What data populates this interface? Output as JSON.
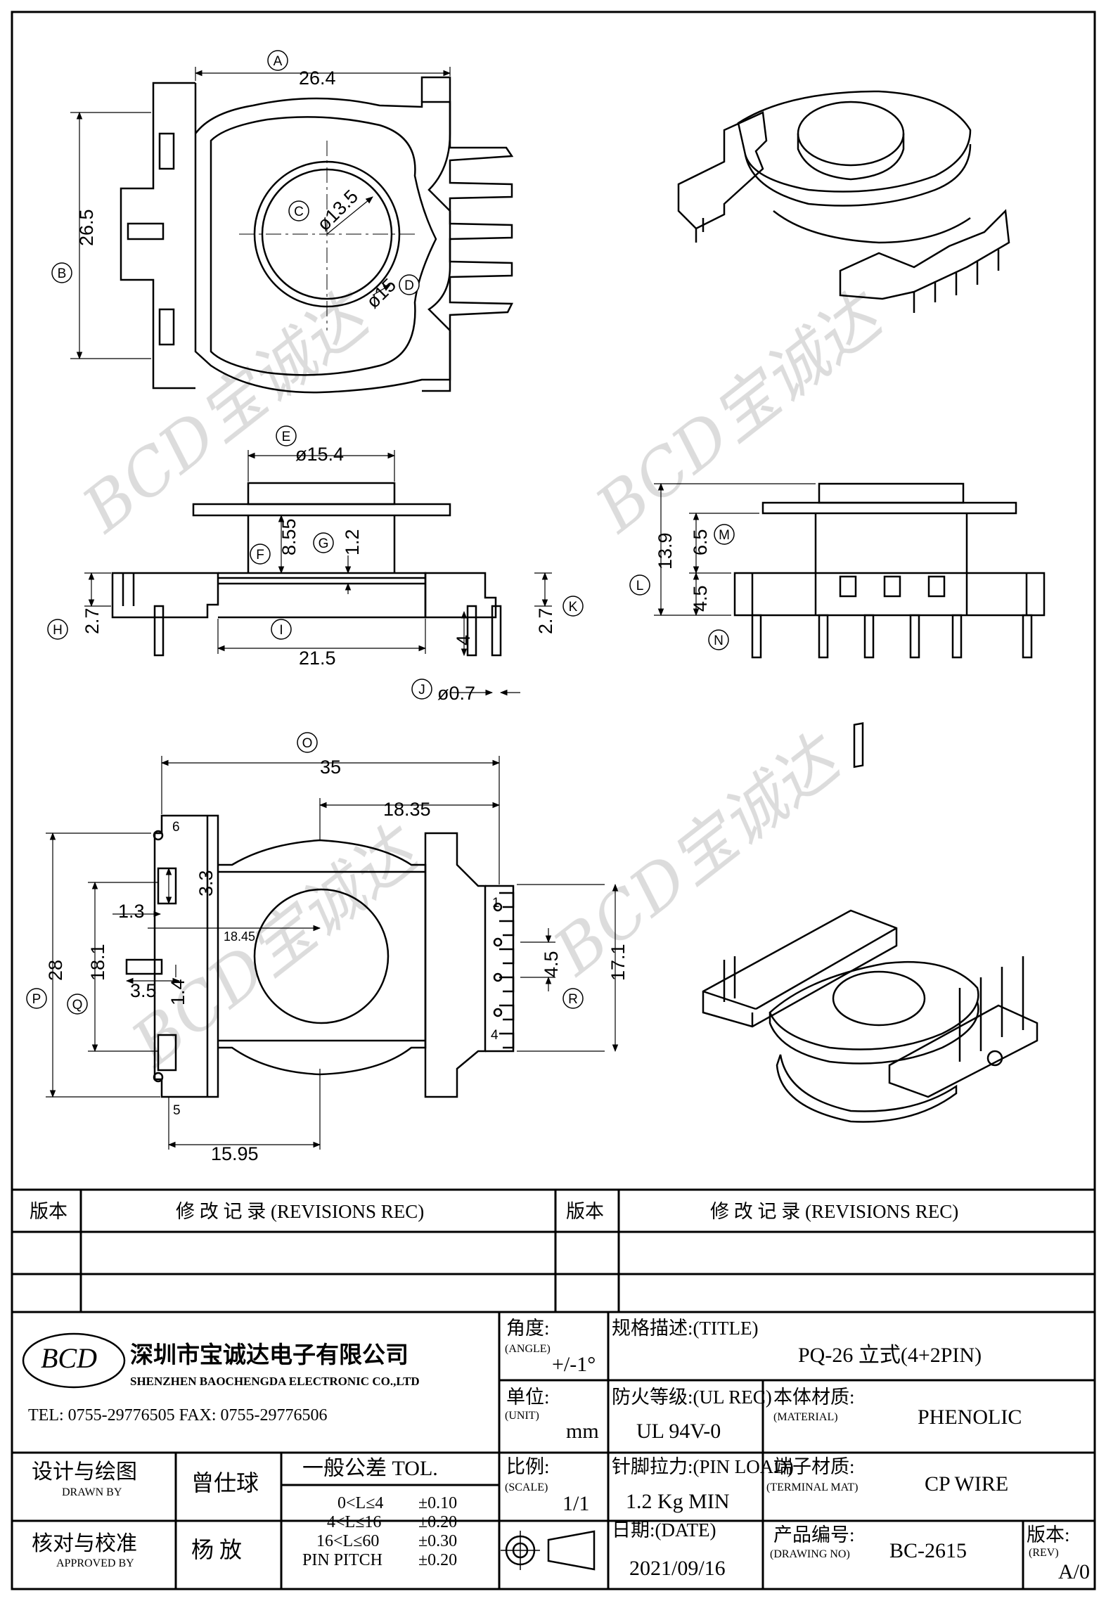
{
  "views": {
    "top": {
      "dims": {
        "A": "26.4",
        "B": "26.5",
        "C": "ø13.5",
        "D": "ø15"
      },
      "balloons": [
        "A",
        "B",
        "C",
        "D"
      ]
    },
    "front": {
      "dims": {
        "E": "ø15.4",
        "F": "8.55",
        "G": "1.2",
        "H": "2.7",
        "I": "21.5",
        "J": "ø0.7",
        "K": "2.7",
        "pin_len": "4"
      },
      "balloons": [
        "E",
        "F",
        "G",
        "H",
        "I",
        "J",
        "K"
      ]
    },
    "side": {
      "dims": {
        "L": "13.9",
        "M": "6.5",
        "N": "4.5"
      },
      "balloons": [
        "L",
        "M",
        "N"
      ]
    },
    "bottom": {
      "dims": {
        "O": "35",
        "P": "28",
        "Q": "18.1",
        "R": "4.5",
        "d1": "18.35",
        "d2": "3.3",
        "d3": "1.3",
        "d4": "18.45",
        "d5": "3.5",
        "d6": "1.4",
        "d7": "17.1",
        "d8": "15.95"
      },
      "balloons": [
        "O",
        "P",
        "Q",
        "R"
      ],
      "pins": {
        "p1": "1",
        "p4": "4",
        "p5": "5",
        "p6": "6"
      }
    }
  },
  "watermark": "BCD宝诚达",
  "revisions": {
    "col_version": "版本",
    "col_record": "修 改 记 录 (REVISIONS REC)"
  },
  "company": {
    "logo_text": "BCD",
    "name_cn": "深圳市宝诚达电子有限公司",
    "name_en": "SHENZHEN BAOCHENGDA ELECTRONIC CO.,LTD",
    "contact": "TEL: 0755-29776505 FAX: 0755-29776506"
  },
  "title_block": {
    "angle_label_cn": "角度:",
    "angle_label_en": "(ANGLE)",
    "angle_value": "+/-1°",
    "title_label": "规格描述:(TITLE)",
    "title_value": "PQ-26 立式(4+2PIN)",
    "unit_label_cn": "单位:",
    "unit_label_en": "(UNIT)",
    "unit_value": "mm",
    "ul_label": "防火等级:(UL REC)",
    "ul_value": "UL 94V-0",
    "material_label_cn": "本体材质:",
    "material_label_en": "(MATERIAL)",
    "material_value": "PHENOLIC",
    "drawn_label_cn": "设计与绘图",
    "drawn_label_en": "DRAWN BY",
    "drawn_value": "曾仕球",
    "tol_label": "一般公差 TOL.",
    "scale_label_cn": "比例:",
    "scale_label_en": "(SCALE)",
    "scale_value": "1/1",
    "pinload_label": "针脚拉力:(PIN LOAD)",
    "pinload_value": "1.2 Kg MIN",
    "terminal_label_cn": "端子材质:",
    "terminal_label_en": "(TERMINAL MAT)",
    "terminal_value": "CP WIRE",
    "approved_label_cn": "核对与校准",
    "approved_label_en": "APPROVED BY",
    "approved_value": "杨 放",
    "tolerances": [
      {
        "range": "0<L≤4",
        "tol": "±0.10"
      },
      {
        "range": "4<L≤16",
        "tol": "±0.20"
      },
      {
        "range": "16<L≤60",
        "tol": "±0.30"
      },
      {
        "range": "PIN PITCH",
        "tol": "±0.20"
      }
    ],
    "date_label": "日期:(DATE)",
    "date_value": "2021/09/16",
    "drawing_no_label_cn": "产品编号:",
    "drawing_no_label_en": "(DRAWING NO)",
    "drawing_no_value": "BC-2615",
    "rev_label_cn": "版本:",
    "rev_label_en": "(REV)",
    "rev_value": "A/0"
  }
}
